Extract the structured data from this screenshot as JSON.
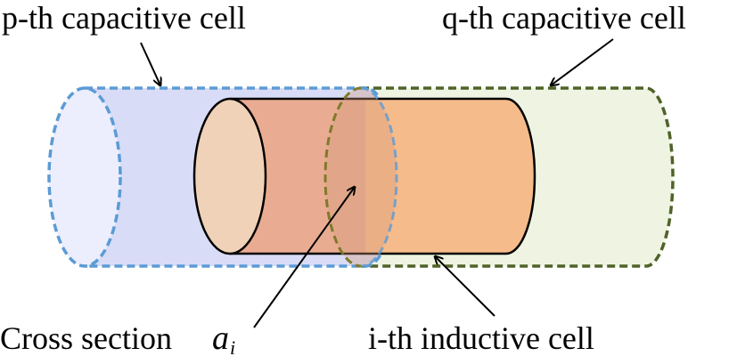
{
  "labels": {
    "p_cell": "p-th capacitive cell",
    "q_cell": "q-th capacitive cell",
    "cross_section": "Cross section",
    "cross_section_symbol": "a",
    "cross_section_subscript": "i",
    "inductive_cell": "i-th inductive cell"
  },
  "colors": {
    "p_cell_stroke": "#5b9bd5",
    "p_cell_fill": "#d2d6f6",
    "q_cell_stroke": "#4f6228",
    "q_cell_fill": "#ebf2dc",
    "inductive_fill": "#f6bb8a",
    "inductive_cap": "#f0d2b8",
    "overlap_fill": "#e9ac92"
  }
}
